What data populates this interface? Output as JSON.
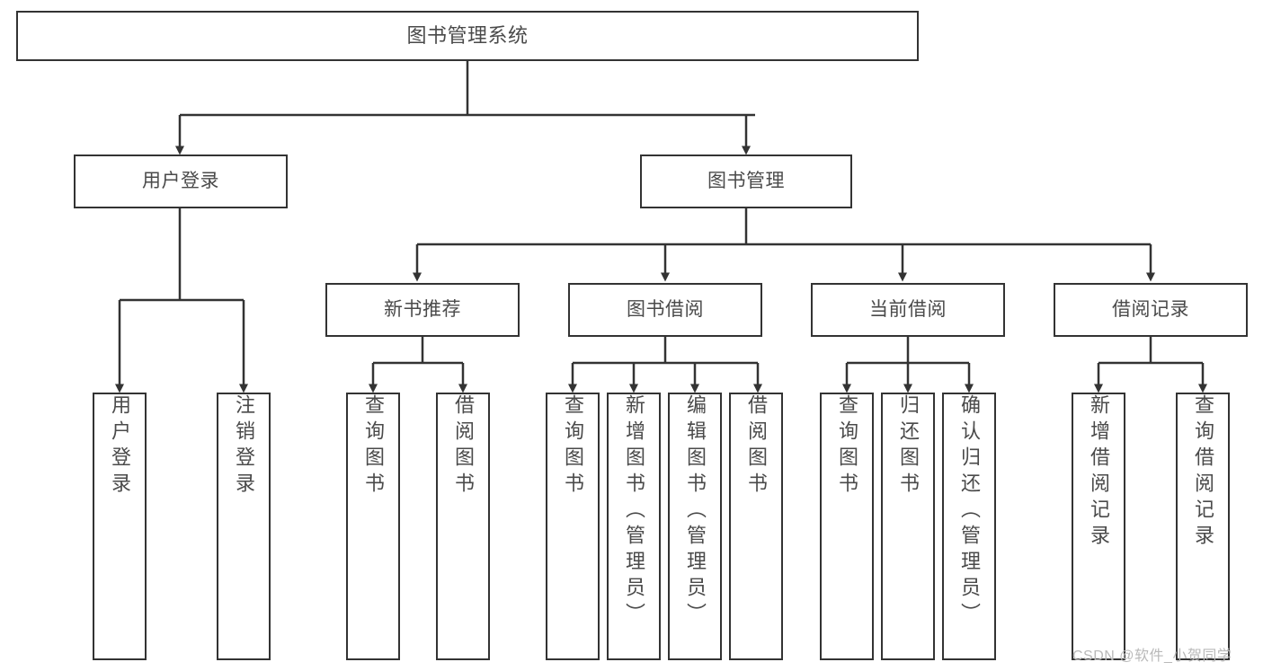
{
  "diagram": {
    "type": "tree-hierarchy-chart",
    "title": "图书管理系统",
    "background_color": "#ffffff",
    "box_border_color": "#333333",
    "text_color": "#4a4a4a",
    "connector_color": "#333333"
  },
  "nodes": {
    "root": {
      "label": "图书管理系统",
      "orientation": "horizontal"
    },
    "level2": [
      {
        "label": "用户登录",
        "orientation": "horizontal"
      },
      {
        "label": "图书管理",
        "orientation": "horizontal"
      }
    ],
    "level3": [
      {
        "label": "新书推荐",
        "orientation": "horizontal"
      },
      {
        "label": "图书借阅",
        "orientation": "horizontal"
      },
      {
        "label": "当前借阅",
        "orientation": "horizontal"
      },
      {
        "label": "借阅记录",
        "orientation": "horizontal"
      }
    ],
    "leaves_user_login": [
      {
        "label": "用户登录",
        "orientation": "vertical"
      },
      {
        "label": "注销登录",
        "orientation": "vertical"
      }
    ],
    "leaves_new_books": [
      {
        "label": "查询图书",
        "orientation": "vertical"
      },
      {
        "label": "借阅图书",
        "orientation": "vertical"
      }
    ],
    "leaves_borrow": [
      {
        "label": "查询图书",
        "orientation": "vertical"
      },
      {
        "label": "新增图书（管理员）",
        "orientation": "vertical"
      },
      {
        "label": "编辑图书（管理员）",
        "orientation": "vertical"
      },
      {
        "label": "借阅图书",
        "orientation": "vertical"
      }
    ],
    "leaves_current": [
      {
        "label": "查询图书",
        "orientation": "vertical"
      },
      {
        "label": "归还图书",
        "orientation": "vertical"
      },
      {
        "label": "确认归还（管理员）",
        "orientation": "vertical"
      }
    ],
    "leaves_records": [
      {
        "label": "新增借阅记录",
        "orientation": "vertical"
      },
      {
        "label": "查询借阅记录",
        "orientation": "vertical"
      }
    ]
  },
  "watermark": {
    "text": "CSDN @软件_小贺同学"
  }
}
